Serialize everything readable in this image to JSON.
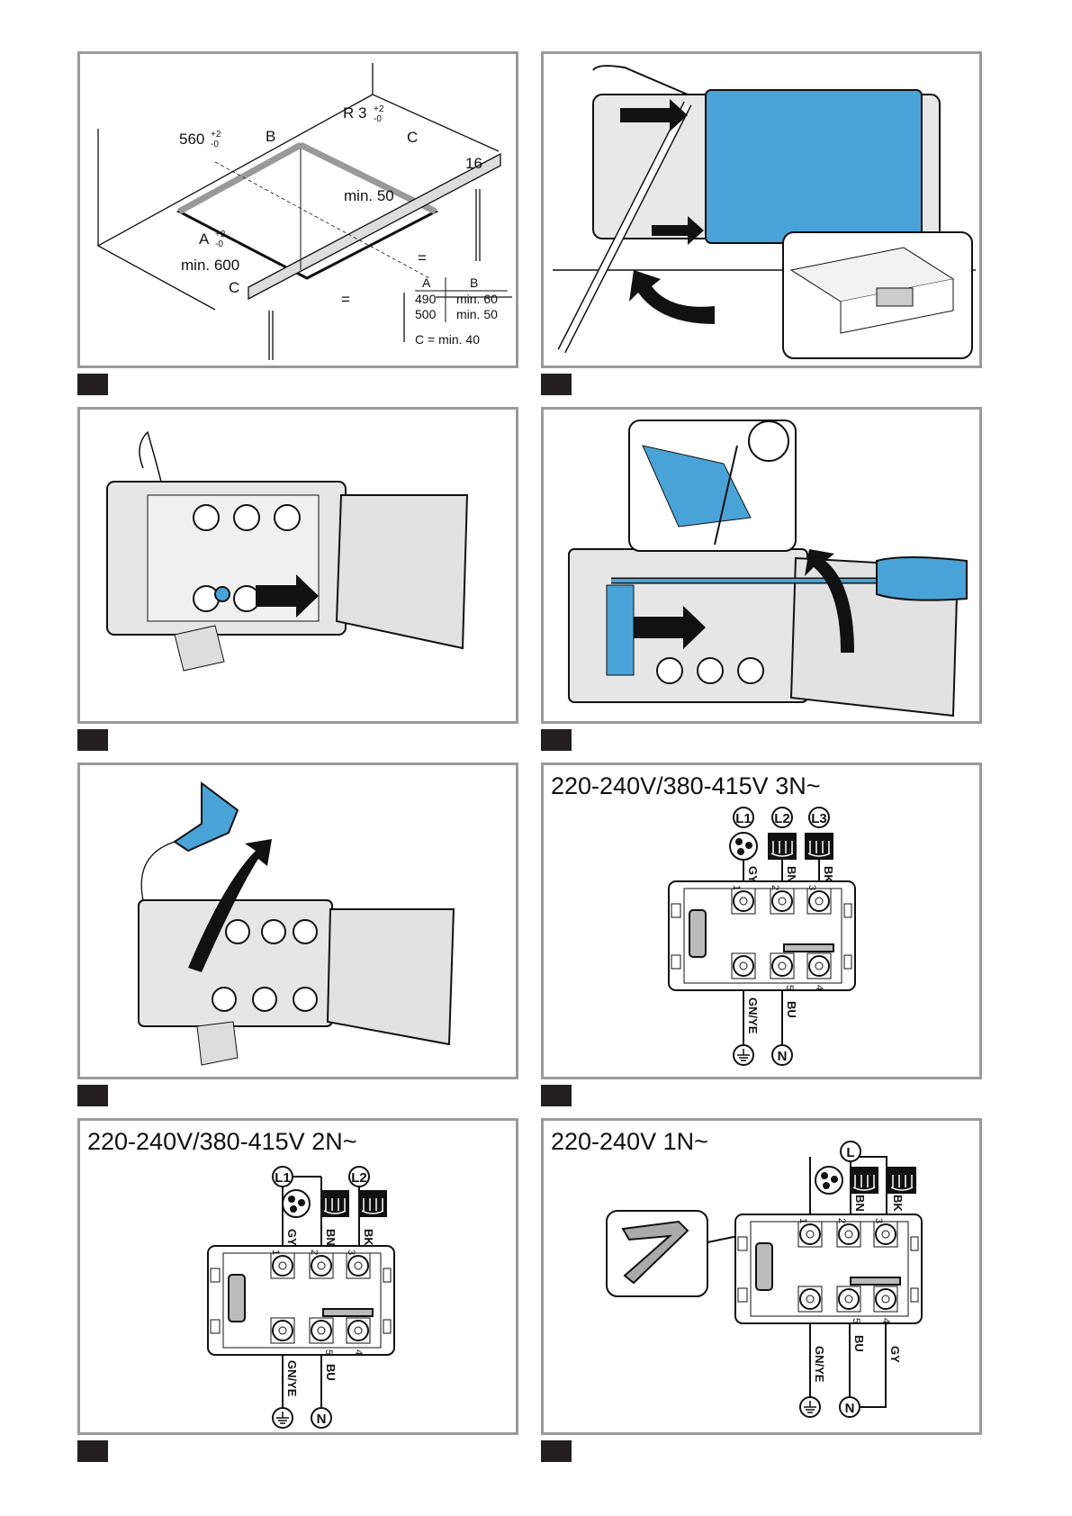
{
  "panel1": {
    "dim_width": "560",
    "tol_plus": "+2",
    "tol_minus": "-0",
    "label_b": "B",
    "radius": "R 3",
    "label_c_top": "C",
    "thickness": "16",
    "min_50": "min. 50",
    "label_a": "A",
    "min_600": "min. 600",
    "label_c_bottom": "C",
    "equal1": "=",
    "equal2": "=",
    "table": {
      "headers": [
        "A",
        "B"
      ],
      "rows": [
        [
          "490",
          "min. 60"
        ],
        [
          "500",
          "min. 50"
        ]
      ]
    },
    "c_note": "C = min. 40"
  },
  "panel6": {
    "title": "220-240V/380-415V 3N~",
    "phases": [
      "L1",
      "L2",
      "L3"
    ],
    "wires_top": [
      "GY",
      "BN",
      "BK"
    ],
    "terminals": [
      "1",
      "2",
      "3",
      "4",
      "5"
    ],
    "earth_wire": "GN/YE",
    "neutral_wire": "BU",
    "neutral": "N"
  },
  "panel7": {
    "title": "220-240V/380-415V 2N~",
    "phases": [
      "L1",
      "L2"
    ],
    "wires_top": [
      "GY",
      "BN",
      "BK"
    ],
    "terminals": [
      "1",
      "2",
      "3",
      "4",
      "5"
    ],
    "earth_wire": "GN/YE",
    "neutral_wire": "BU",
    "neutral": "N"
  },
  "panel8": {
    "title": "220-240V 1N~",
    "phase": "L",
    "wires_top": [
      "BN",
      "BK"
    ],
    "wire_side": "GY",
    "terminals": [
      "1",
      "2",
      "3",
      "4",
      "5"
    ],
    "earth_wire": "GN/YE",
    "neutral_wire": "BU",
    "neutral": "N"
  },
  "colors": {
    "accent_blue": "#4aa3d6",
    "frame_gray": "#9a9a9a",
    "label_black": "#231f20"
  }
}
